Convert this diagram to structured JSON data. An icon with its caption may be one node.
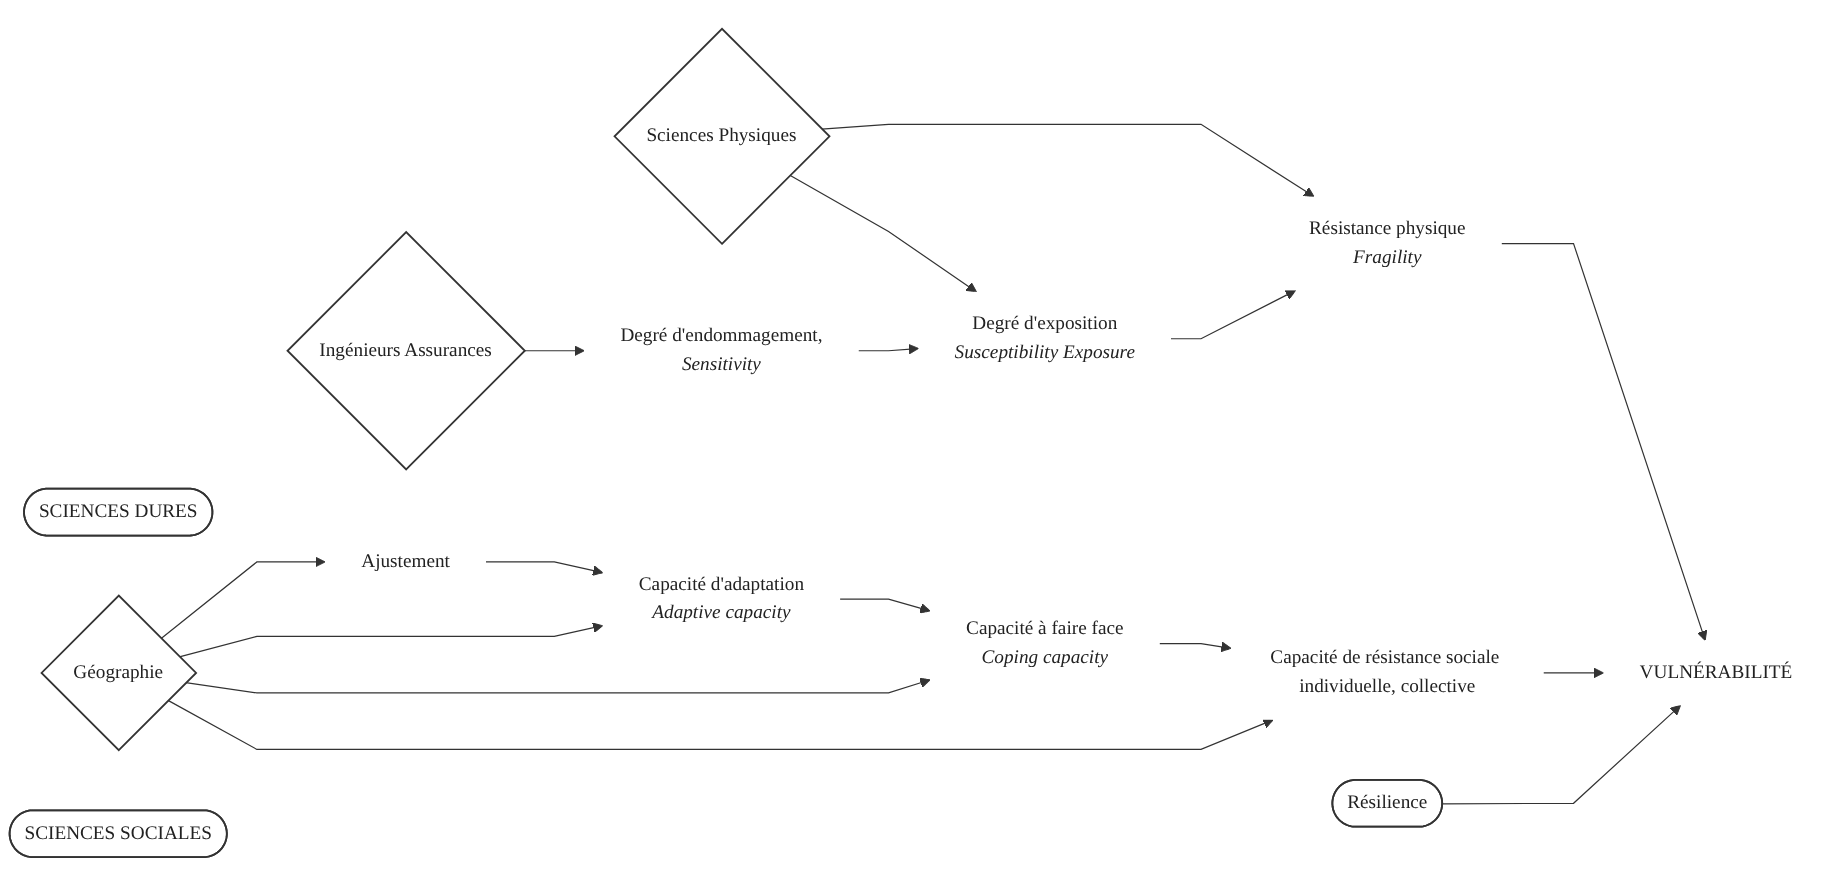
{
  "diagram": {
    "nodes": [
      {
        "text": [
          "SCIENCES DURES"
        ]
      },
      {
        "text": [
          "Ingénieurs Assurances"
        ]
      },
      {
        "text": [
          "Sciences Physiques"
        ]
      },
      {
        "text": [
          "Degré d'endommagement,",
          "Sensitivity"
        ]
      },
      {
        "text": [
          "Degré d'exposition",
          "Susceptibility Exposure"
        ]
      },
      {
        "text": [
          "Résistance physique",
          "Fragility"
        ]
      },
      {
        "text": [
          "VULNÉRABILITÉ"
        ]
      },
      {
        "text": [
          "Ajustement"
        ]
      },
      {
        "text": [
          "Capacité d'adaptation",
          "Adaptive capacity"
        ]
      },
      {
        "text": [
          "Capacité à faire face",
          "Coping capacity"
        ]
      },
      {
        "text": [
          "Capacité de résistance sociale individuelle, collective"
        ]
      },
      {
        "text": [
          "Géographie"
        ]
      },
      {
        "text": [
          "Résilience"
        ]
      },
      {
        "text": [
          "SCIENCES SOCIALES"
        ]
      }
    ],
    "edges": [
      {
        "from": 1,
        "to": 3,
        "arrow": "to"
      },
      {
        "from": 2,
        "to": 4,
        "arrow": "to"
      },
      {
        "from": 2,
        "to": 5,
        "arrow": "to"
      },
      {
        "from": 3,
        "to": 4,
        "arrow": "to"
      },
      {
        "from": 4,
        "to": 5,
        "arrow": "to"
      },
      {
        "from": 5,
        "to": 6,
        "arrow": "to"
      },
      {
        "from": 10,
        "to": 6,
        "arrow": "to"
      },
      {
        "from": 7,
        "to": 8,
        "arrow": "to"
      },
      {
        "from": 8,
        "to": 9,
        "arrow": "to"
      },
      {
        "from": 9,
        "to": 10,
        "arrow": "to"
      },
      {
        "from": 11,
        "to": 10,
        "arrow": "to"
      },
      {
        "from": 11,
        "to": 7,
        "arrow": "to"
      },
      {
        "from": 11,
        "to": 8,
        "arrow": "to"
      },
      {
        "from": 11,
        "to": 9,
        "arrow": "to"
      },
      {
        "from": 12,
        "to": 6,
        "arrow": "to"
      }
    ]
  }
}
